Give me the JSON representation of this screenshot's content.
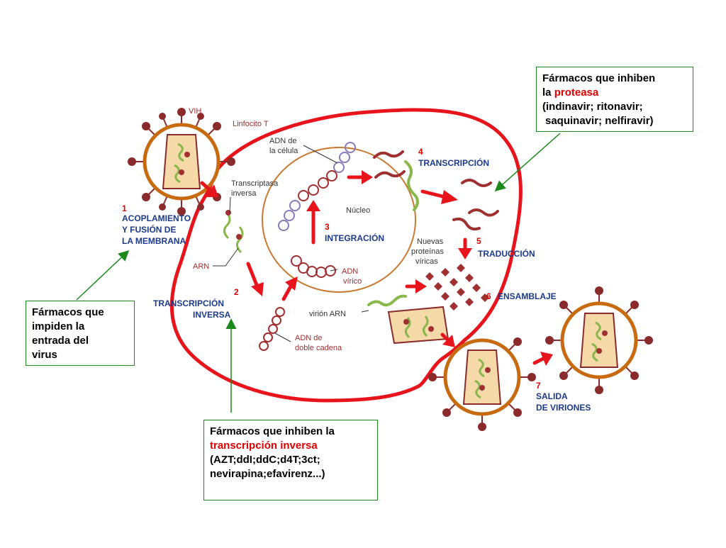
{
  "labels": {
    "vih": "VIH",
    "linfocito": "Linfocito T",
    "adn_celula_1": "ADN de",
    "adn_celula_2": "la célula",
    "transcriptasa_1": "Transcriptasa",
    "transcriptasa_2": "inversa",
    "nucleo": "Núcleo",
    "arn": "ARN",
    "adn_virico_1": "ADN",
    "adn_virico_2": "vírico",
    "adn_doble_1": "ADN de",
    "adn_doble_2": "doble cadena",
    "nuevas_1": "Nuevas",
    "nuevas_2": "proteínas",
    "nuevas_3": "víricas",
    "virion_arn": "virión ARN"
  },
  "steps": [
    {
      "num": "1",
      "lines": [
        "ACOPLAMIENTO",
        "Y FUSIÓN DE",
        "LA MEMBRANA"
      ]
    },
    {
      "num": "2",
      "lines": [
        "TRANSCRIPCIÓN",
        "INVERSA"
      ]
    },
    {
      "num": "3",
      "lines": [
        "INTEGRACIÓN"
      ]
    },
    {
      "num": "4",
      "lines": [
        "TRANSCRIPCIÓN"
      ]
    },
    {
      "num": "5",
      "lines": [
        "TRADUCCIÓN"
      ]
    },
    {
      "num": "6",
      "lines": [
        "ENSAMBLAJE"
      ]
    },
    {
      "num": "7",
      "lines": [
        "SALIDA",
        "DE VIRIONES"
      ]
    }
  ],
  "boxes": {
    "proteasa": {
      "l1": "Fármacos que inhiben",
      "l2a": "la ",
      "l2b": "proteasa",
      "l3": "(indinavir; ritonavir;",
      "l4": "saquinavir; nelfiravir)"
    },
    "entrada": {
      "l1": "Fármacos que",
      "l2": "impiden la",
      "l3": "entrada del",
      "l4": "virus"
    },
    "transcripcion": {
      "l1": "Fármacos que inhiben la",
      "l2": "transcripción inversa",
      "l3": "(AZT;ddI;ddC;d4T;3ct;",
      "l4": "nevirapina;efavirenz...)"
    }
  },
  "colors": {
    "membrane": "#e8141c",
    "virus_ring": "#c86a10",
    "capsid": "#f5d9a8",
    "spike": "#8a2a2a",
    "rna": "#88b84a",
    "dna": "#a03030",
    "step_blue": "#1a3a8a",
    "step_num": "#e00000",
    "arrow": "#e8141c",
    "box_border": "#1a8a1a"
  }
}
